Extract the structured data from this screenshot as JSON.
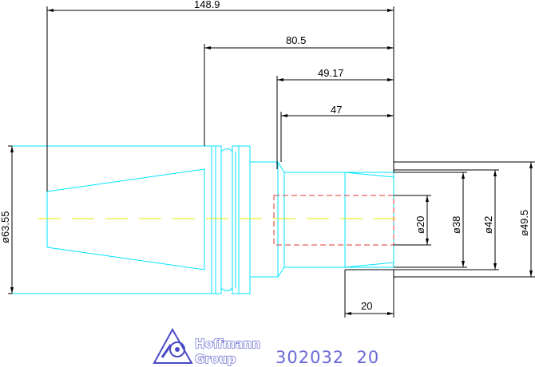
{
  "dimensions": {
    "overall_length": "148.9",
    "length_80": "80.5",
    "length_49": "49.17",
    "length_47": "47",
    "bore_depth": "20"
  },
  "diameters": {
    "d63": "ø63.55",
    "d20": "ø20",
    "d38": "ø38",
    "d42": "ø42",
    "d49": "ø49.5"
  },
  "logo": {
    "brand_line1": "Hoffmann",
    "brand_line2": "Group"
  },
  "part_number": "302032  20",
  "colors": {
    "outline": "#00e5ff",
    "hidden_line": "#e53935",
    "centerline": "#e8e800",
    "dimension": "#000000",
    "brand": "#4a4ac8"
  }
}
